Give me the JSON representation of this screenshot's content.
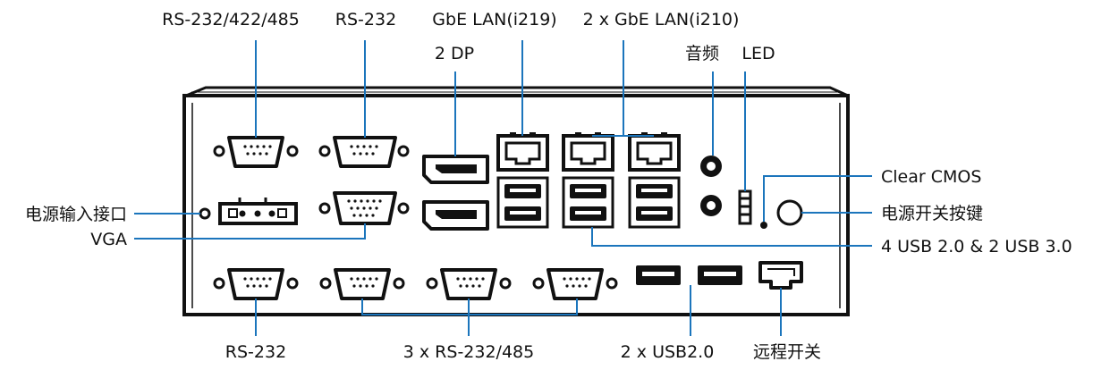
{
  "top_labels": {
    "rs232_422_485": "RS-232/422/485",
    "rs232": "RS-232",
    "gbe_lan_i219": "GbE LAN(i219)",
    "gbe_lan_i210": "2 x GbE LAN(i210)",
    "dp": "2 DP",
    "audio": "音频",
    "led": "LED"
  },
  "left_labels": {
    "power_input": "电源输入接口",
    "vga": "VGA"
  },
  "right_labels": {
    "clear_cmos": "Clear CMOS",
    "power_button": "电源开关按键",
    "usb_ports": "4 USB 2.0 & 2 USB 3.0"
  },
  "bottom_labels": {
    "rs232": "RS-232",
    "rs232_485": "3 x RS-232/485",
    "usb20": "2 x USB2.0",
    "remote_switch": "远程开关"
  },
  "colors": {
    "leader_line": "#1b75bc",
    "outline": "#111111",
    "background": "#ffffff"
  }
}
